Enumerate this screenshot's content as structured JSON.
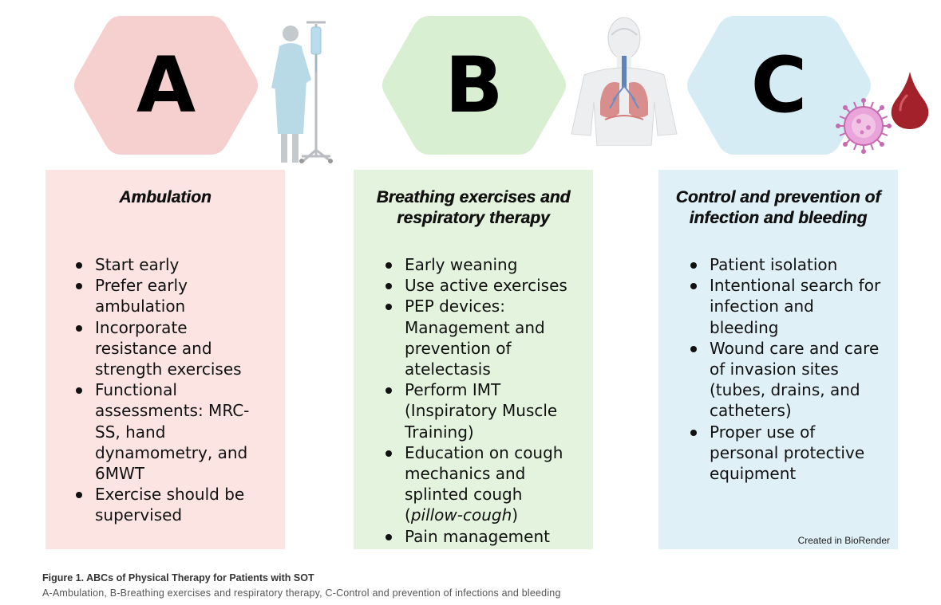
{
  "colors": {
    "panel_a": "#fbe4e2",
    "panel_b": "#e3f3dd",
    "panel_c": "#dff0f6",
    "hex_a": "#f6cfcf",
    "hex_b": "#d9efd2",
    "hex_c": "#d6ecf4"
  },
  "sections": [
    {
      "letter": "A",
      "title": "Ambulation",
      "items": [
        "Start early",
        "Prefer early ambulation",
        "Incorporate resistance and strength exercises",
        "Functional assessments: MRC-SS, hand dynamometry, and 6MWT",
        "Exercise should be supervised"
      ]
    },
    {
      "letter": "B",
      "title": "Breathing exercises and respiratory therapy",
      "items": [
        "Early weaning",
        "Use active exercises",
        "PEP devices: Management and prevention of atelectasis",
        "Perform IMT (Inspiratory Muscle Training)",
        "Education on cough mechanics and splinted cough",
        "Pain management"
      ],
      "italic_note": "pillow-cough"
    },
    {
      "letter": "C",
      "title": "Control and prevention of infection and bleeding",
      "items": [
        "Patient isolation",
        "Intentional search for infection and bleeding",
        "Wound care and care of invasion sites (tubes, drains, and catheters)",
        "Proper use of personal protective equipment"
      ]
    }
  ],
  "credit": "Created in BioRender",
  "caption": {
    "title": "Figure 1. ABCs of Physical Therapy for Patients with SOT",
    "subtitle": "A-Ambulation, B-Breathing exercises and respiratory therapy, C-Control and prevention of infections and bleeding"
  },
  "icons": [
    "patient-iv-stand-icon",
    "lungs-torso-icon",
    "virus-icon",
    "blood-drop-icon"
  ]
}
